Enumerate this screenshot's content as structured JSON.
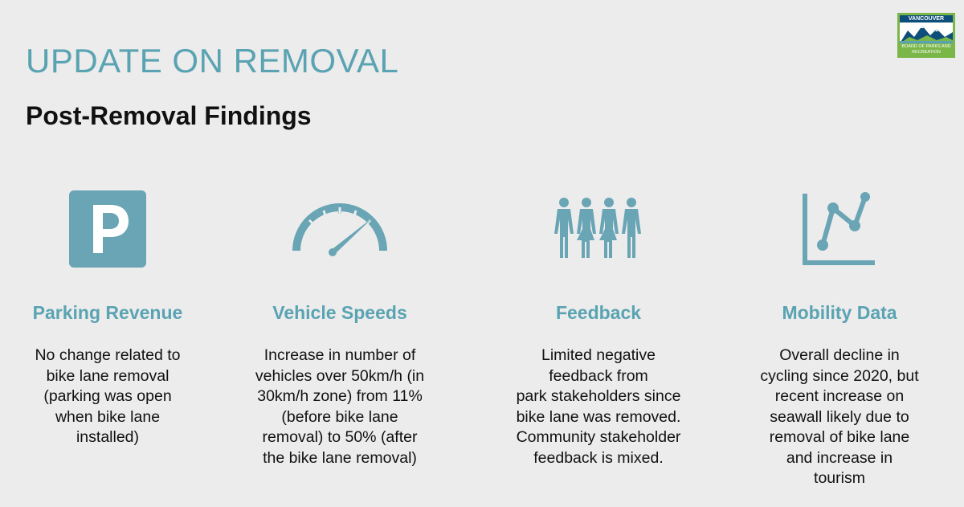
{
  "slide": {
    "title": "UPDATE ON REMOVAL",
    "subtitle": "Post-Removal Findings"
  },
  "logo": {
    "top_text": "VANCOUVER",
    "bottom_text": "BOARD OF PARKS AND RECREATION"
  },
  "colors": {
    "accent": "#5aa3b2",
    "icon": "#6aa5b5",
    "background": "#ececec",
    "text": "#111111",
    "logo_green": "#7ab648",
    "logo_blue": "#0d4f7a"
  },
  "findings": [
    {
      "icon": "parking-icon",
      "title": "Parking Revenue",
      "body": "No change related to\nbike lane removal\n(parking was open\nwhen bike lane\ninstalled)"
    },
    {
      "icon": "speedometer-icon",
      "title": "Vehicle Speeds",
      "body": "Increase in number of\nvehicles over 50km/h (in\n30km/h zone) from 11%\n(before bike lane\nremoval) to 50% (after\nthe bike lane removal)"
    },
    {
      "icon": "people-icon",
      "title": "Feedback",
      "body": "Limited negative\nfeedback from\npark stakeholders since\nbike lane was removed.\nCommunity stakeholder\nfeedback is mixed."
    },
    {
      "icon": "line-chart-icon",
      "title": "Mobility Data",
      "body": "Overall decline in\ncycling since 2020, but\nrecent increase on\nseawall likely due to\nremoval of bike lane\nand increase in\ntourism"
    }
  ]
}
